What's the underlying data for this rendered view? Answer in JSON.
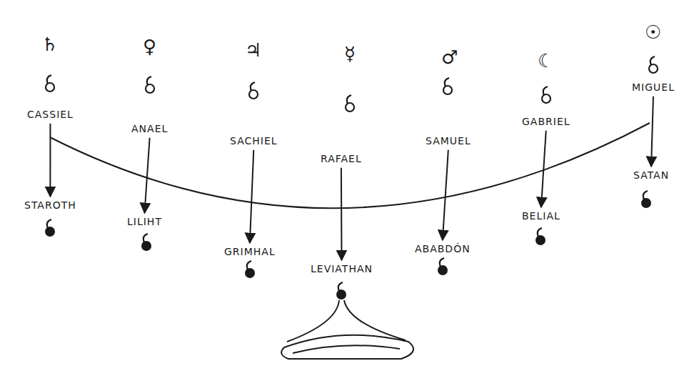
{
  "diagram": {
    "nodes": [
      {
        "text": [
          "CASSIEL"
        ]
      },
      {
        "text": [
          "ANAEL"
        ]
      },
      {
        "text": [
          "SACHIEL"
        ]
      },
      {
        "text": [
          "RAFAEL"
        ]
      },
      {
        "text": [
          "SAMUEL"
        ]
      },
      {
        "text": [
          "GABRIEL"
        ]
      },
      {
        "text": [
          "MIGUEL"
        ]
      },
      {
        "text": [
          "STAROTH"
        ]
      },
      {
        "text": [
          "LILIHT"
        ]
      },
      {
        "text": [
          "GRIMHAL"
        ]
      },
      {
        "text": [
          "LEVIATHAN"
        ]
      },
      {
        "text": [
          "ABABDÓN"
        ]
      },
      {
        "text": [
          "BELIAL"
        ]
      },
      {
        "text": [
          "SATAN"
        ]
      }
    ],
    "edges": [
      {
        "from": 0,
        "to": 7,
        "arrow": "to"
      },
      {
        "from": 1,
        "to": 8,
        "arrow": "to"
      },
      {
        "from": 2,
        "to": 9,
        "arrow": "to"
      },
      {
        "from": 3,
        "to": 10,
        "arrow": "to"
      },
      {
        "from": 4,
        "to": 11,
        "arrow": "to"
      },
      {
        "from": 5,
        "to": 12,
        "arrow": "to"
      },
      {
        "from": 6,
        "to": 13,
        "arrow": "to"
      }
    ],
    "labels": [
      "♄",
      "♀",
      "♃",
      "☿",
      "♂",
      "☾",
      "☉"
    ]
  }
}
